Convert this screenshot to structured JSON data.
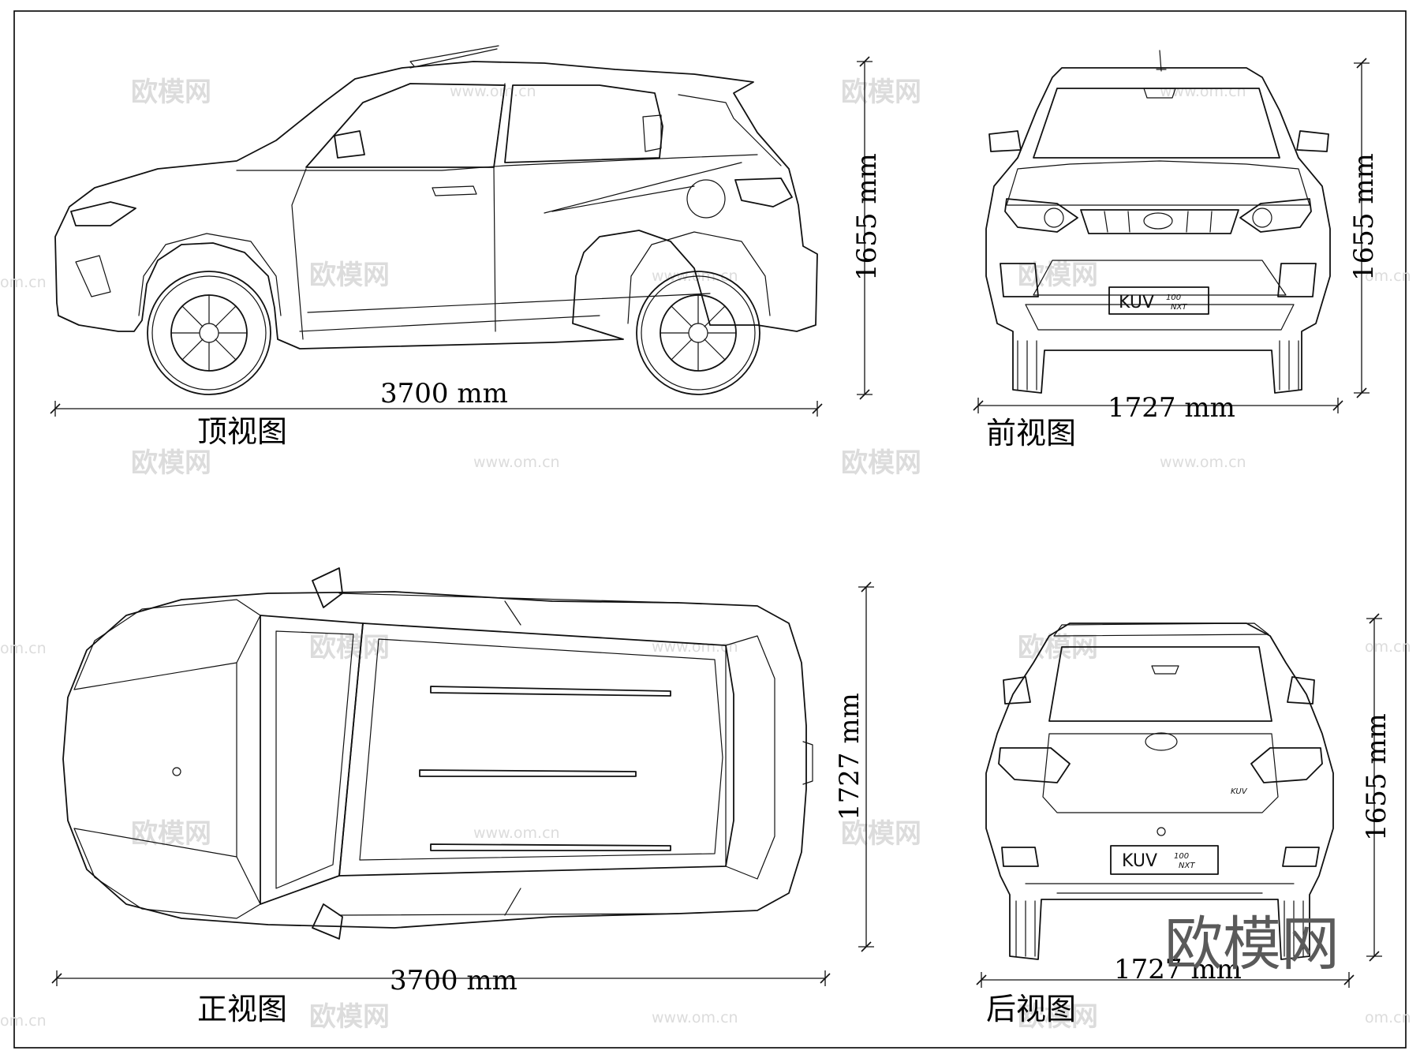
{
  "views": {
    "side": {
      "caption": "顶视图",
      "width_dim": "3700 mm",
      "height_dim": "1655 mm"
    },
    "front": {
      "caption": "前视图",
      "width_dim": "1727 mm",
      "height_dim": "1655 mm",
      "plate": "KUV",
      "plate_badge_top": "100",
      "plate_badge_bottom": "NXT"
    },
    "top": {
      "caption": "正视图",
      "width_dim": "3700 mm",
      "height_dim": "1727 mm"
    },
    "rear": {
      "caption": "后视图",
      "width_dim": "1727 mm",
      "height_dim": "1655 mm",
      "plate": "KUV",
      "plate_badge_top": "100",
      "plate_badge_bottom": "NXT",
      "badge": "KUV"
    }
  },
  "watermark": {
    "logo_text": "欧模网",
    "url_text": "www.om.cn",
    "url_short": "om.cn"
  },
  "colors": {
    "line": "#111111",
    "watermark_light": "#dcdcdc",
    "watermark_dark": "#5a5a5a",
    "background": "#ffffff"
  }
}
